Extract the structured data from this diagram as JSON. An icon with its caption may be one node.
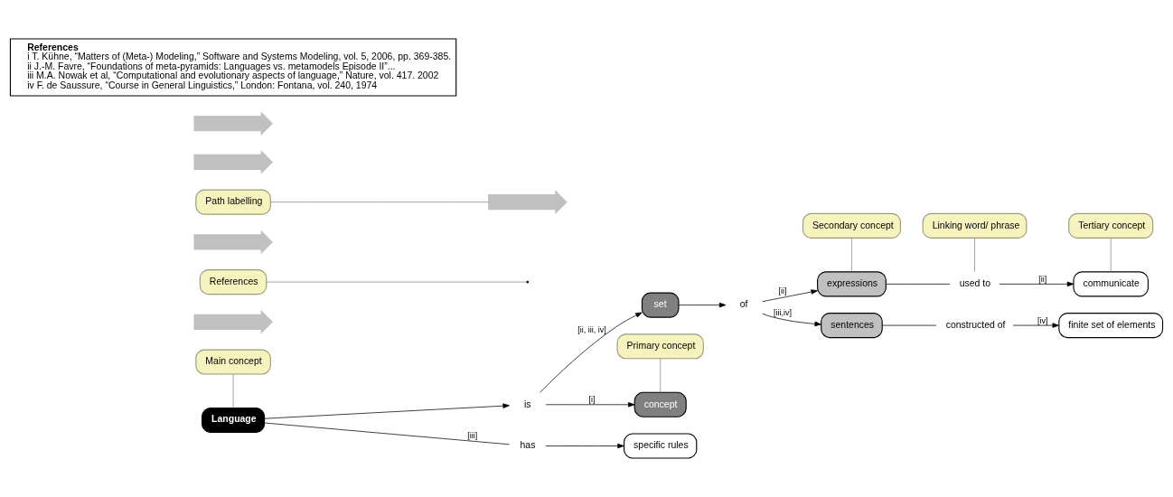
{
  "diagram": {
    "nodes": [
      {
        "text": [
          "Main concept"
        ]
      },
      {
        "text": [
          "Primary concept"
        ]
      },
      {
        "text": [
          "Language"
        ]
      },
      {
        "text": [
          "is"
        ]
      },
      {
        "text": [
          "concept"
        ]
      },
      {
        "text": [
          "Secondary concept"
        ]
      },
      {
        "text": [
          "Linking word/ phrase"
        ]
      },
      {
        "text": [
          "Tertiary concept"
        ]
      },
      {
        "text": [],
        "shape": "arrow"
      },
      {
        "text": [
          "References"
        ]
      },
      {
        "text": [
          "set"
        ]
      },
      {
        "text": [
          "of"
        ]
      },
      {
        "text": [
          "expressions"
        ]
      },
      {
        "text": [
          "used to"
        ]
      },
      {
        "text": [
          "communicate"
        ]
      },
      {
        "text": [],
        "shape": "arrow"
      },
      {
        "text": [
          "Path labelling"
        ]
      },
      {
        "text": [
          "sentences"
        ]
      },
      {
        "text": [
          "constructed of"
        ]
      },
      {
        "text": [
          "finite set of elements"
        ]
      },
      {
        "text": [
          "has"
        ]
      },
      {
        "text": [
          "specific rules"
        ]
      },
      {
        "text": [],
        "shape": "arrow"
      },
      {
        "text": [],
        "shape": "arrow"
      },
      {
        "text": [],
        "shape": "arrow"
      },
      {
        "text": [
          "References",
          "i T. Kühne, “Matters of (Meta-) Modeling,” Software and Systems Modeling, vol. 5, 2006, pp. 369-385.",
          "ii J.-M. Favre, “Foundations of meta-pyramids: Languages vs. metamodels Episode II”...",
          "iii M.A. Nowak et al, “Computational and evolutionary aspects of language,” Nature, vol. 417. 2002",
          "iv F. de Saussure, “Course in General Linguistics,” London: Fontana, vol. 240, 1974"
        ]
      }
    ],
    "edges": [
      {
        "from": 2,
        "to": 3,
        "arrow": "to"
      },
      {
        "from": 3,
        "to": 4,
        "arrow": "to",
        "label": "[i]"
      },
      {
        "from": 3,
        "to": 10,
        "arrow": "to",
        "label": "[ii, iii, iv]"
      },
      {
        "from": 2,
        "to": 20,
        "arrow": "none",
        "label": "[iii]"
      },
      {
        "from": 20,
        "to": 21,
        "arrow": "to"
      },
      {
        "from": 10,
        "to": 11,
        "arrow": "to"
      },
      {
        "from": 11,
        "to": 12,
        "arrow": "to",
        "label": "[ii]"
      },
      {
        "from": 11,
        "to": 17,
        "arrow": "to",
        "label": "[iii,iv]"
      },
      {
        "from": 12,
        "to": 13,
        "arrow": "none"
      },
      {
        "from": 13,
        "to": 14,
        "arrow": "to",
        "label": "[ii]"
      },
      {
        "from": 17,
        "to": 18,
        "arrow": "none"
      },
      {
        "from": 18,
        "to": 19,
        "arrow": "to",
        "label": "[iv]"
      },
      {
        "from": 0,
        "to": 2,
        "arrow": "none",
        "color": "#888888"
      },
      {
        "from": 1,
        "to": 4,
        "arrow": "none",
        "color": "#888888"
      },
      {
        "from": 5,
        "to": 12,
        "arrow": "none",
        "color": "#888888"
      },
      {
        "from": 6,
        "to": 13,
        "arrow": "none",
        "color": "#888888"
      },
      {
        "from": 7,
        "to": 14,
        "arrow": "none",
        "color": "#888888"
      },
      {
        "from": 9,
        "to": null,
        "arrow": "none",
        "color": "#888888"
      },
      {
        "from": 16,
        "to": 23,
        "arrow": "none",
        "color": "#888888"
      }
    ]
  }
}
